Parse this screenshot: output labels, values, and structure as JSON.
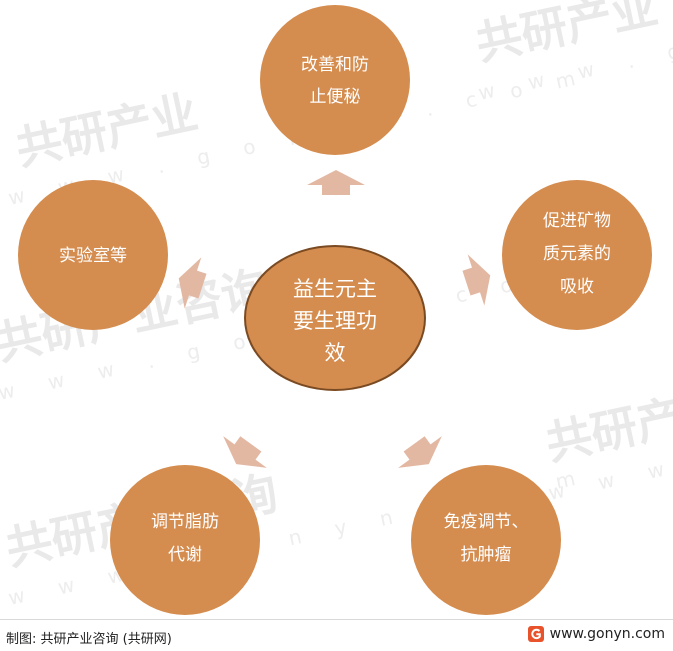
{
  "center": {
    "lines": [
      "益生元主",
      "要生理功",
      "效"
    ]
  },
  "nodes": [
    {
      "id": "top",
      "lines": [
        "改善和防",
        "止便秘"
      ]
    },
    {
      "id": "right",
      "lines": [
        "促进矿物",
        "质元素的",
        "吸收"
      ]
    },
    {
      "id": "bottom-right",
      "lines": [
        "免疫调节、",
        "抗肿瘤"
      ]
    },
    {
      "id": "bottom-left",
      "lines": [
        "调节脂肪",
        "代谢"
      ]
    },
    {
      "id": "left",
      "lines": [
        "实验室等"
      ]
    }
  ],
  "watermark": {
    "brand": "共研产业",
    "brand2": "共研产业咨询",
    "url": "w w w . g o n y n . c o m"
  },
  "footer": {
    "source": "制图: 共研产业咨询 (共研网)",
    "url": "www.gonyn.com"
  },
  "colors": {
    "node_fill": "#d48c4f",
    "center_fill": "#d48c4f",
    "center_stroke": "#7a4a22",
    "arrow_fill": "#e3b8a3",
    "logo": "#e8532b"
  }
}
